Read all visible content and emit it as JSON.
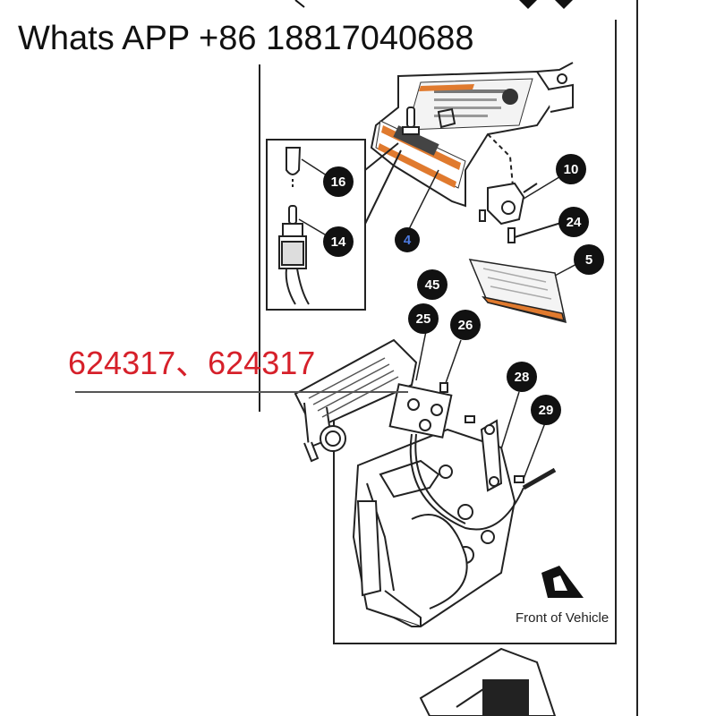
{
  "overlay": {
    "contact": "Whats APP +86 18817040688",
    "part_numbers": "624317、624317"
  },
  "diagram": {
    "callouts": [
      "16",
      "14",
      "4",
      "10",
      "24",
      "5",
      "45",
      "25",
      "26",
      "28",
      "29"
    ],
    "front_label": "Front of Vehicle"
  },
  "colors": {
    "overlay_red": "#d6202a",
    "callout_fill": "#111111",
    "decal_orange": "#e07a2e"
  }
}
